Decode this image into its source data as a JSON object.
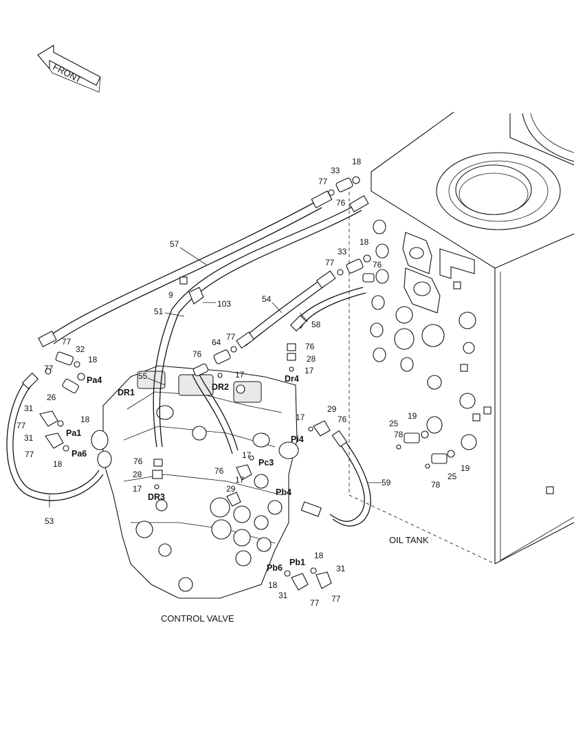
{
  "front_label": "FRONT",
  "captions": {
    "oil_tank": "OIL TANK",
    "control_valve": "CONTROL VALVE"
  },
  "hoses": [
    "57",
    "51",
    "54",
    "58",
    "53",
    "59"
  ],
  "part_numbers": [
    "18",
    "33",
    "77",
    "76",
    "33",
    "18",
    "77",
    "76",
    "9",
    "103",
    "77",
    "32",
    "18",
    "26",
    "77",
    "31",
    "18",
    "77",
    "31",
    "77",
    "18",
    "55",
    "76",
    "64",
    "77",
    "76",
    "28",
    "17",
    "17",
    "29",
    "76",
    "17",
    "76",
    "28",
    "17",
    "29",
    "76",
    "17",
    "17",
    "25",
    "19",
    "78",
    "19",
    "25",
    "78",
    "18",
    "31",
    "18",
    "31",
    "77",
    "77"
  ],
  "ports": [
    "Pa4",
    "Pa1",
    "Pa6",
    "DR1",
    "DR2",
    "Dr4",
    "DR3",
    "Pi4",
    "Pc3",
    "Pb4",
    "Pb1",
    "Pb6"
  ]
}
